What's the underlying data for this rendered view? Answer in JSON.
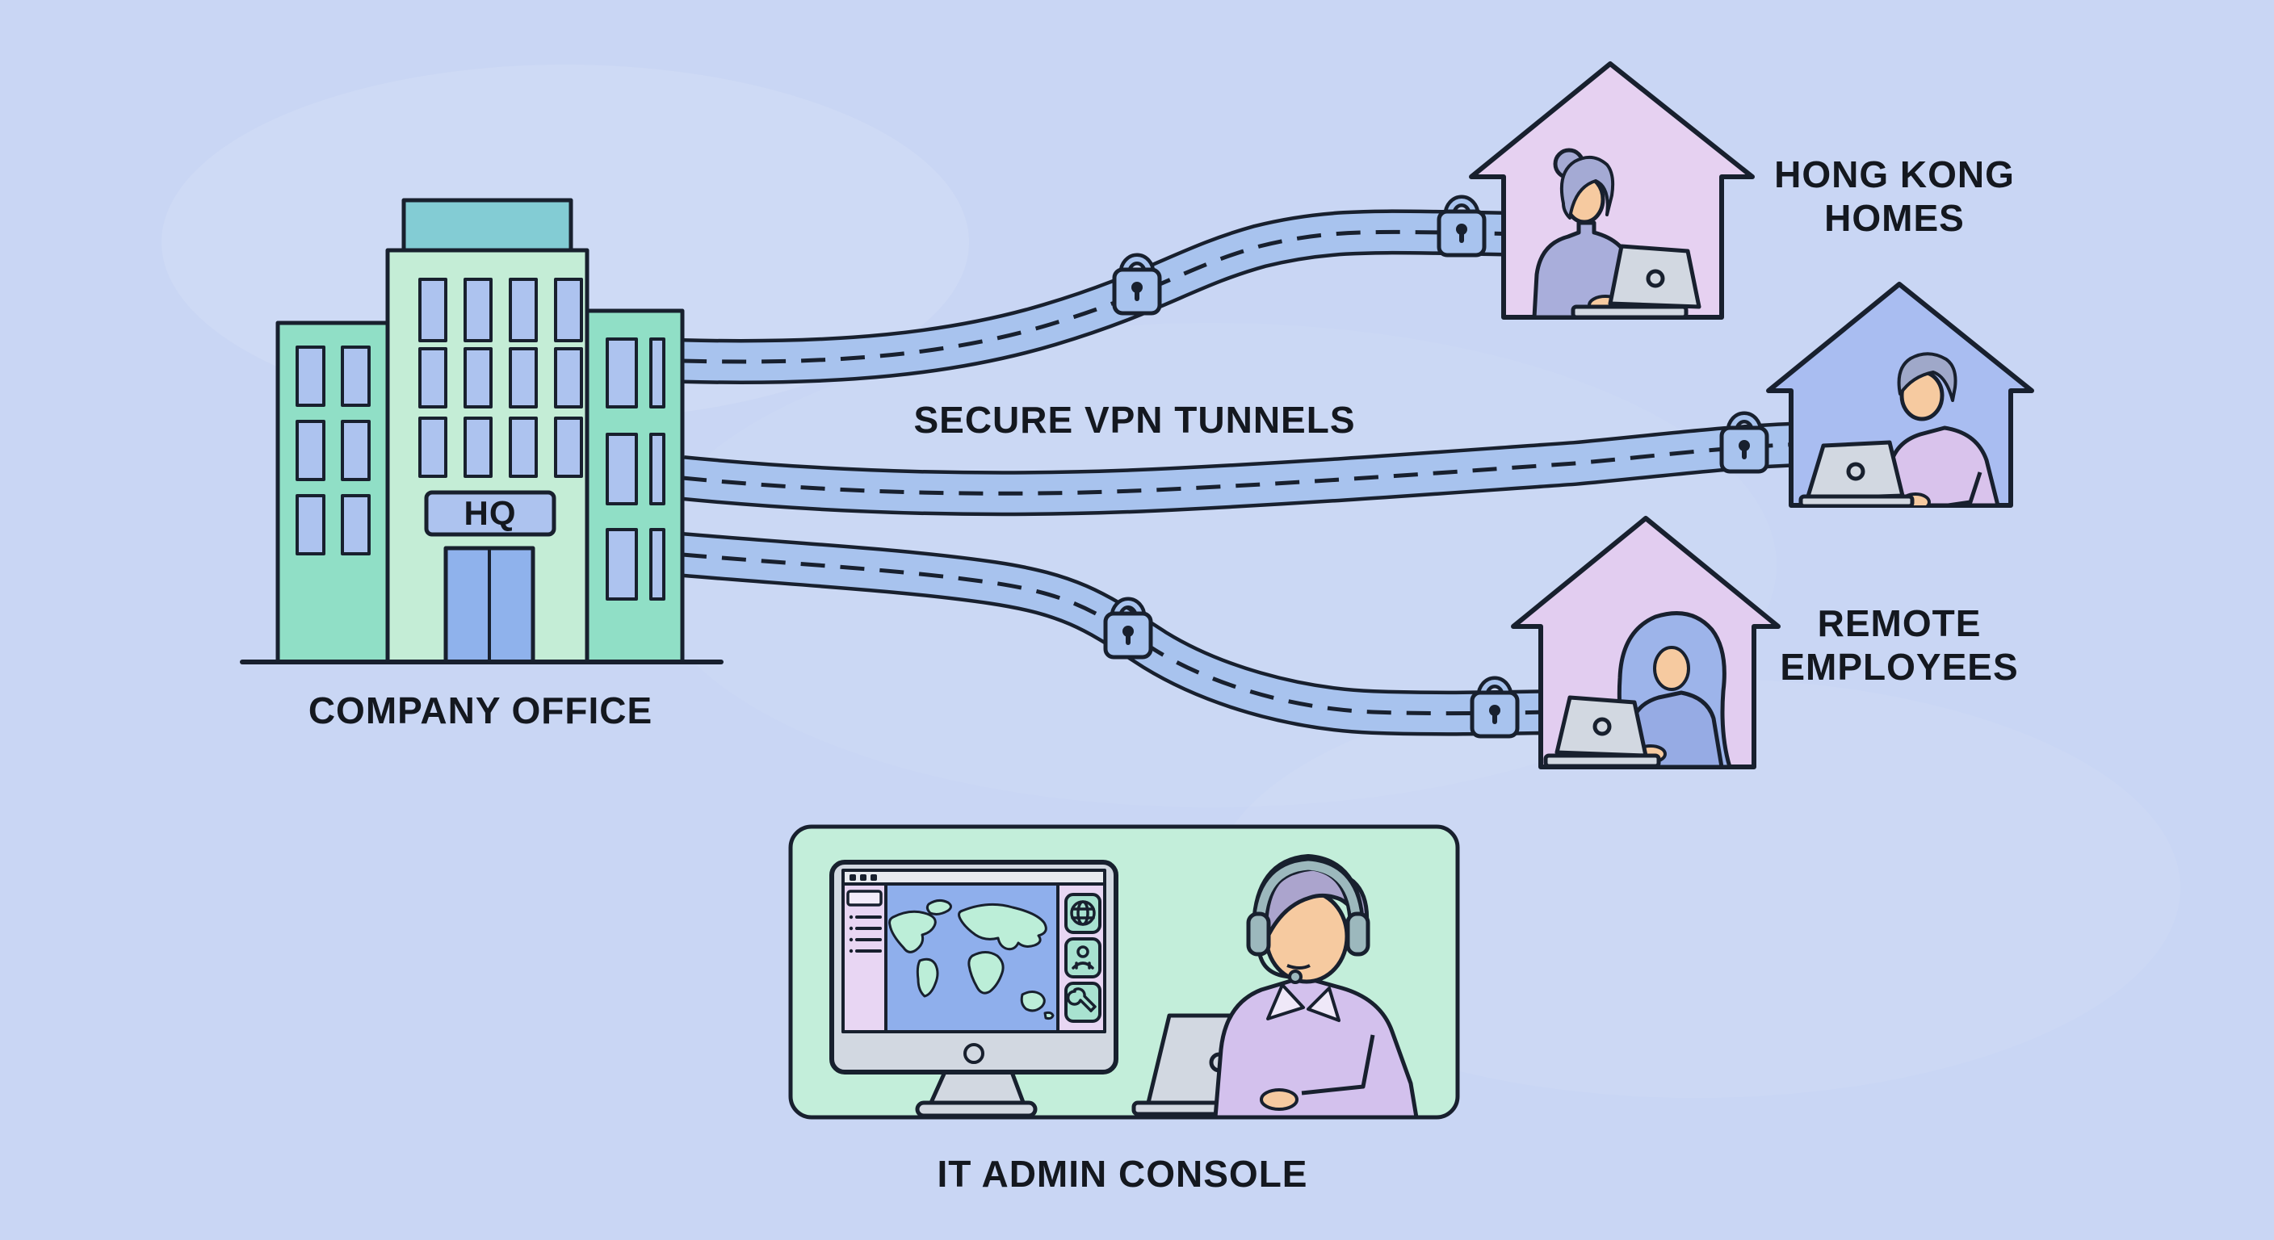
{
  "scene_title": "Secure VPN remote work illustration",
  "labels": {
    "company_office": "COMPANY OFFICE",
    "hq_sign": "HQ",
    "secure_vpn_tunnels": "SECURE VPN TUNNELS",
    "hong_kong_homes_line1": "HONG KONG",
    "hong_kong_homes_line2": "HOMES",
    "remote_employees_line1": "REMOTE",
    "remote_employees_line2": "EMPLOYEES",
    "it_admin_console": "IT ADMIN CONSOLE"
  },
  "icons": {
    "tunnel_security": "padlock-icon",
    "console_nav_1": "globe-icon",
    "console_nav_2": "user-icon",
    "console_nav_3": "wrench-icon",
    "console_screen": "world-map",
    "admin_devices": [
      "monitor-icon",
      "laptop-icon",
      "headset-icon"
    ]
  },
  "colors": {
    "bg": "#c9d6f4",
    "ink": "#18202e",
    "text": "#14181f",
    "tower": "#c4edd6",
    "wing": "#90dfc6",
    "roof": "#83ccd4",
    "window": "#adc3ef",
    "door": "#8fb2ec",
    "tunnel": "#a8c3ee",
    "house_pink": "#e6d1f1",
    "house_pink2": "#e2cdf0",
    "house_blue": "#a9bdf1",
    "panel": "#c3eeda",
    "ui_lavender": "#e8d6f3",
    "map": "#8fafec",
    "continent": "#bceed8",
    "tile": "#a8e2d0",
    "device": "#d2d8e1",
    "device_light": "#e8ebf0",
    "skin": "#f6caa0",
    "hair_gray": "#a4aad4",
    "hair_violet": "#aba4cd",
    "hair_man": "#9fa8c9",
    "hair_blue": "#9db4ea",
    "shirt_admin": "#d3c1ed",
    "shirt_top": "#a9aedb",
    "shirt_mid": "#d9c3ec",
    "shirt_bottom": "#96abe4",
    "headset": "#9cb8bd"
  }
}
